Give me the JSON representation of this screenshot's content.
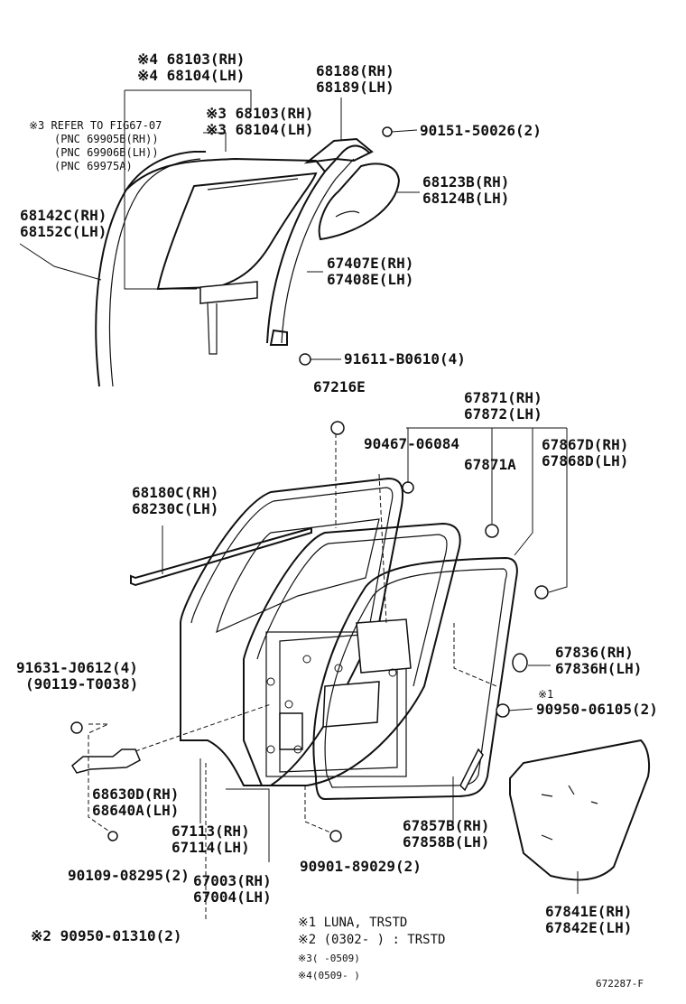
{
  "diagram": {
    "figure_code": "672287-F",
    "labels": {
      "glass_rh": "※4 68103(RH)",
      "glass_lh": "※4 68104(LH)",
      "refer": "※3 REFER TO FIG67-07",
      "pnc1": "(PNC 69905B(RH))",
      "pnc2": "(PNC 69906B(LH))",
      "pnc3": "(PNC 69975A)",
      "glass3_rh": "※3 68103(RH)",
      "glass3_lh": "※3 68104(LH)",
      "run_rh": "68188(RH)",
      "run_lh": "68189(LH)",
      "screw1": "90151-50026(2)",
      "quarter_rh": "68123B(RH)",
      "quarter_lh": "68124B(LH)",
      "channel_rh": "68142C(RH)",
      "channel_lh": "68152C(LH)",
      "division_rh": "67407E(RH)",
      "division_lh": "67408E(LH)",
      "bolt1": "91611-B0610(4)",
      "clip1": "67216E",
      "weather_rh": "67871(RH)",
      "weather_lh": "67872(LH)",
      "clip2": "90467-06084",
      "clip3": "67871A",
      "clip4_rh": "67867D(RH)",
      "clip4_lh": "67868D(LH)",
      "belt_rh": "68180C(RH)",
      "belt_lh": "68230C(LH)",
      "bolt2": "91631-J0612(4)",
      "bolt3": "(90119-T0038)",
      "hole_rh": "67836(RH)",
      "hole_lh": "67836H(LH)",
      "plug_note": "※1",
      "plug": "90950-06105(2)",
      "hinge_rh": "68630D(RH)",
      "hinge_lh": "68640A(LH)",
      "seal_rh": "67113(RH)",
      "seal_lh": "67114(LH)",
      "panel_rh": "67003(RH)",
      "panel_lh": "67004(LH)",
      "screw2": "90109-08295(2)",
      "clip5": "90901-89029(2)",
      "hole2_rh": "67857B(RH)",
      "hole2_lh": "67858B(LH)",
      "trim_rh": "67841E(RH)",
      "trim_lh": "67842E(LH)",
      "plug2": "※2 90950-01310(2)"
    },
    "notes": [
      "※1   LUNA, TRSTD",
      "※2   (0302-        ) : TRSTD",
      "※3(      -0509)",
      "※4(0509-      )"
    ]
  }
}
